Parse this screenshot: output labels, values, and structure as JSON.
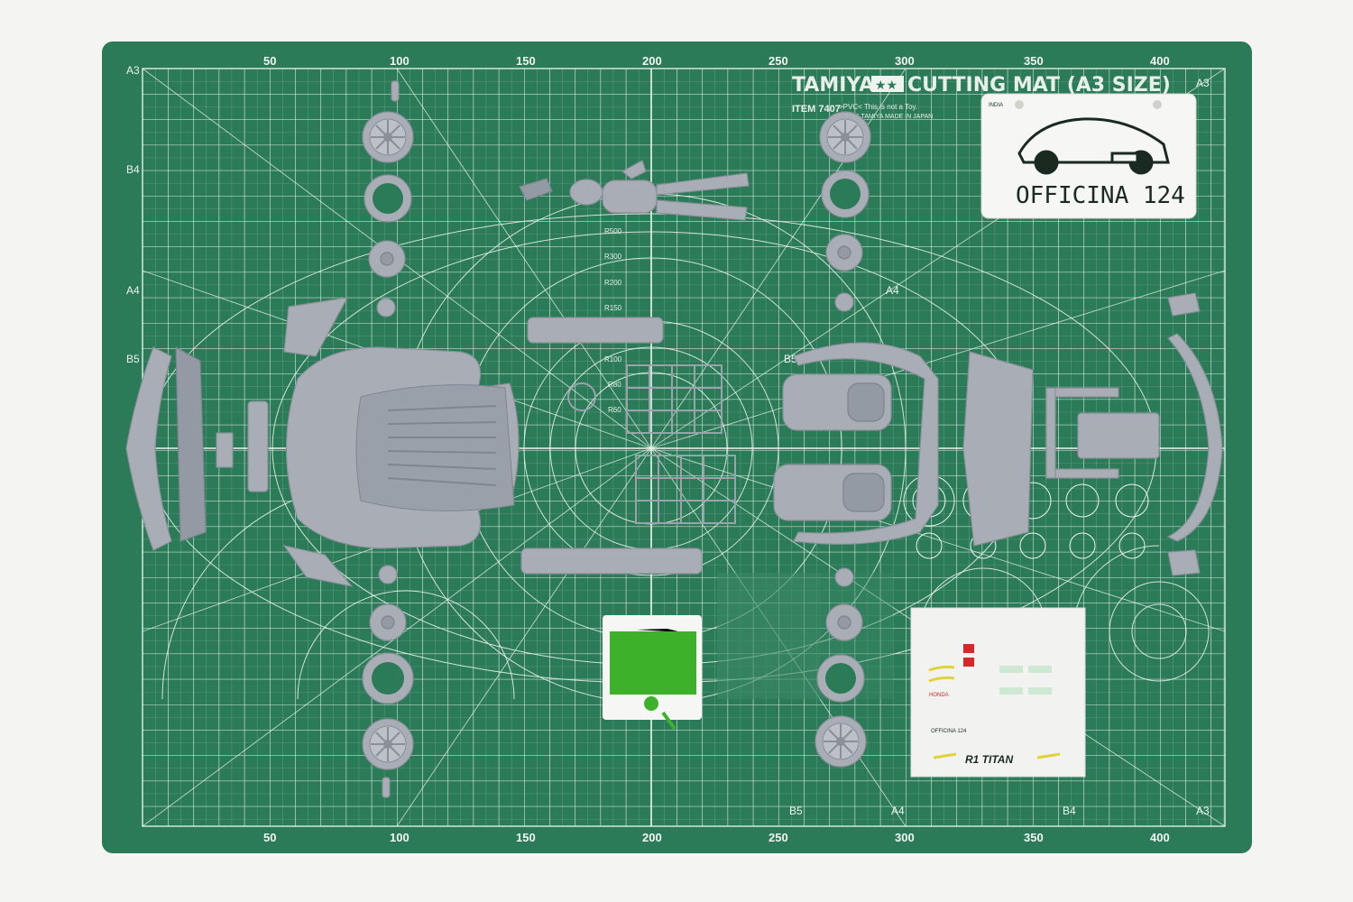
{
  "mat": {
    "brand": "TAMIYA",
    "title": "CUTTING MAT (A3 SIZE)",
    "item_label": "ITEM 7407",
    "pvc_note": ">PVC< This is not a Toy.",
    "copyright": "© 2006 TAMIYA MADE IN JAPAN",
    "paper_sizes": [
      "A3",
      "B4",
      "A4",
      "B5"
    ],
    "radius_labels": [
      "R500",
      "R300",
      "R200",
      "R150",
      "R100",
      "R80",
      "R60"
    ],
    "ruler_major": [
      "50",
      "100",
      "150",
      "200",
      "250",
      "300",
      "350",
      "400"
    ],
    "grid_color": "#eaf2ec",
    "mat_color": "#2e7d5a"
  },
  "plate": {
    "text": "OFFICINA 124",
    "tag": "INDIA"
  },
  "decals": {
    "brand_1": "HONDA",
    "brand_2": "R1 TITAN",
    "small_text": "OFFICINA 124"
  },
  "thread_color": "#3db12a",
  "icons": [
    "wheel-icon",
    "tire-icon",
    "brake-disc-icon",
    "car-silhouette-icon"
  ]
}
